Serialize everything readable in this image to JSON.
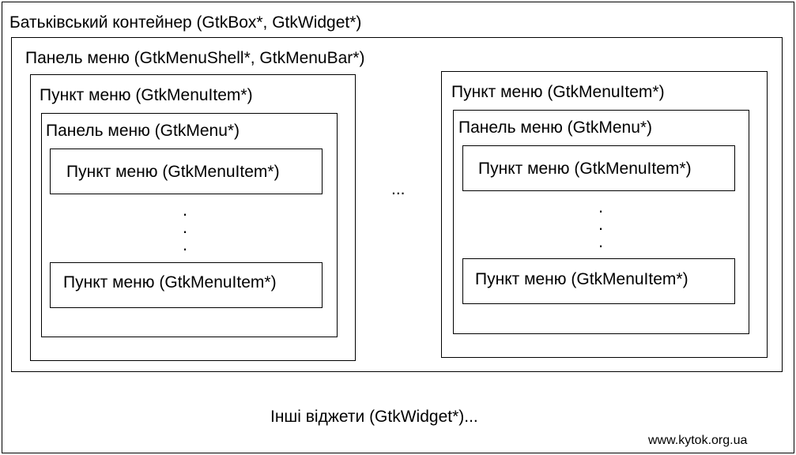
{
  "parent_container": {
    "label": "Батьківський контейнер (GtkBox*, GtkWidget*)"
  },
  "menu_bar": {
    "label": "Панель меню (GtkMenuShell*, GtkMenuBar*)"
  },
  "left_menu_item": {
    "label": "Пункт меню (GtkMenuItem*)",
    "submenu": {
      "label": "Панель меню (GtkMenu*)",
      "items": [
        {
          "label": "Пункт меню (GtkMenuItem*)"
        },
        {
          "label": "Пункт меню (GtkMenuItem*)"
        }
      ]
    }
  },
  "right_menu_item": {
    "label": "Пункт меню (GtkMenuItem*)",
    "submenu": {
      "label": "Панель меню (GtkMenu*)",
      "items": [
        {
          "label": "Пункт меню (GtkMenuItem*)"
        },
        {
          "label": "Пункт меню (GtkMenuItem*)"
        }
      ]
    }
  },
  "between_ellipsis": "...",
  "vertical_dots": ".\n.\n.",
  "other_widgets": {
    "label": "Інші віджети (GtkWidget*)..."
  },
  "watermark": "www.kytok.org.ua"
}
